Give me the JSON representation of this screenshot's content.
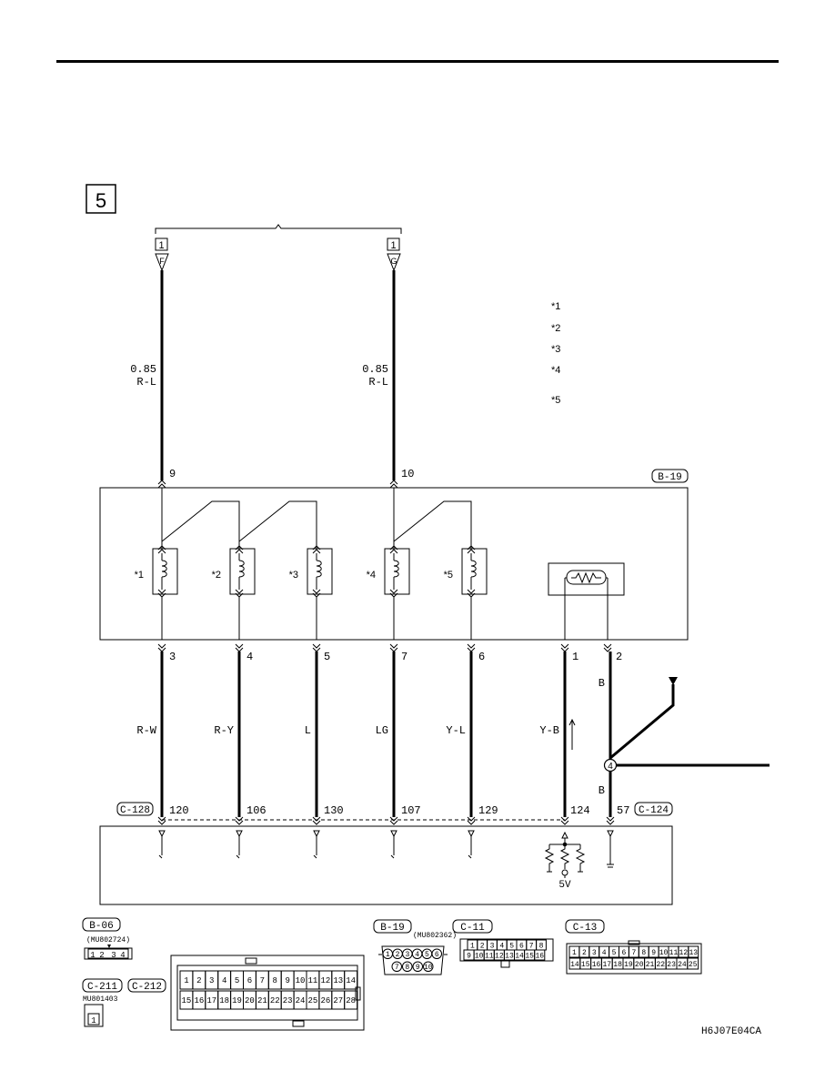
{
  "page": {
    "section_number": "5",
    "drawing_code": "H6J07E04CA"
  },
  "connectors_top": [
    {
      "box": "1",
      "letter": "F",
      "size": "0.85",
      "color": "R-L",
      "pin": "9"
    },
    {
      "box": "1",
      "letter": "G",
      "size": "0.85",
      "color": "R-L",
      "pin": "10"
    }
  ],
  "legend": [
    "*1",
    "*2",
    "*3",
    "*4",
    "*5"
  ],
  "module": {
    "label": "B-19"
  },
  "coils": [
    "*1",
    "*2",
    "*3",
    "*4",
    "*5"
  ],
  "wires": [
    {
      "pin": "3",
      "color": "R-W",
      "ecu_pin": "120"
    },
    {
      "pin": "4",
      "color": "R-Y",
      "ecu_pin": "106"
    },
    {
      "pin": "5",
      "color": "L",
      "ecu_pin": "130"
    },
    {
      "pin": "7",
      "color": "LG",
      "ecu_pin": "107"
    },
    {
      "pin": "6",
      "color": "Y-L",
      "ecu_pin": "129"
    },
    {
      "pin": "1",
      "color": "Y-B",
      "ecu_pin": "124"
    },
    {
      "pin": "2",
      "color": "B",
      "color2": "B",
      "ecu_pin": "57"
    }
  ],
  "ground_point": "4",
  "ecu": {
    "label_left": "C-128",
    "label_right": "C-124",
    "supply": "5V"
  },
  "connector_views": {
    "b06": {
      "label": "B-06",
      "part": "(MU802724)",
      "pins": [
        "1",
        "2",
        "3",
        "4"
      ]
    },
    "c211": {
      "label": "C-211",
      "part": "MU801403",
      "pins": [
        "1"
      ]
    },
    "c212": {
      "label": "C-212",
      "row1": [
        "1",
        "2",
        "3",
        "4",
        "5",
        "6",
        "7",
        "8",
        "9",
        "10",
        "11",
        "12",
        "13",
        "14"
      ],
      "row2": [
        "15",
        "16",
        "17",
        "18",
        "19",
        "20",
        "21",
        "22",
        "23",
        "24",
        "25",
        "26",
        "27",
        "28"
      ]
    },
    "b19": {
      "label": "B-19",
      "part": "(MU802362)",
      "row1": [
        "1",
        "2",
        "3",
        "4",
        "5",
        "6"
      ],
      "row2": [
        "7",
        "8",
        "9",
        "10"
      ]
    },
    "c11": {
      "label": "C-11",
      "row1": [
        "1",
        "2",
        "3",
        "4",
        "5",
        "6",
        "7",
        "8"
      ],
      "row2": [
        "9",
        "10",
        "11",
        "12",
        "13",
        "14",
        "15",
        "16"
      ]
    },
    "c13": {
      "label": "C-13",
      "row1": [
        "1",
        "2",
        "3",
        "4",
        "5",
        "6",
        "7",
        "8",
        "9",
        "10",
        "11",
        "12",
        "13"
      ],
      "row2": [
        "14",
        "15",
        "16",
        "17",
        "18",
        "19",
        "20",
        "21",
        "22",
        "23",
        "24",
        "25"
      ]
    }
  }
}
